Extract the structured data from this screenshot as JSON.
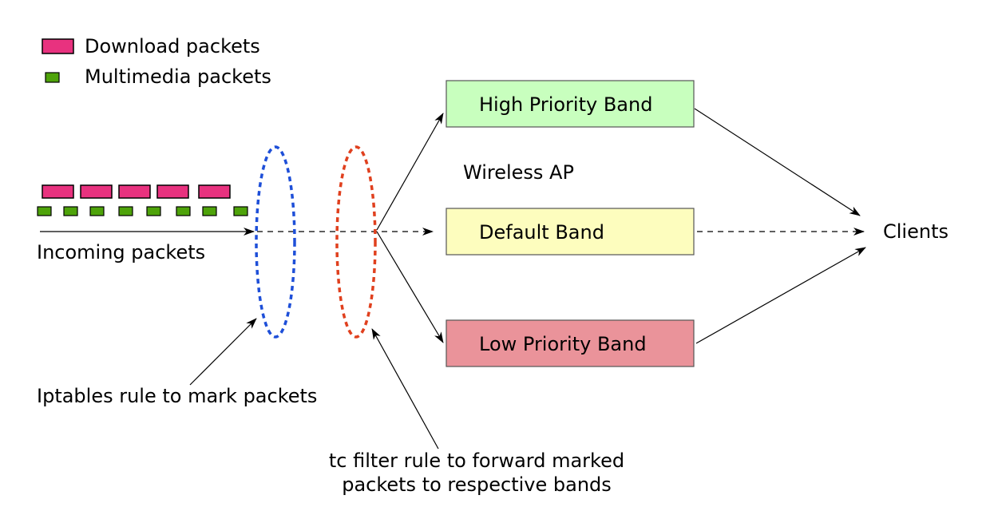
{
  "legend": {
    "download_label": "Download packets",
    "multimedia_label": "Multimedia packets"
  },
  "labels": {
    "incoming": "Incoming packets",
    "wireless_ap": "Wireless AP",
    "clients": "Clients",
    "iptables": "Iptables rule to mark packets",
    "tc_line1": "tc filter rule to forward marked",
    "tc_line2": "packets to respective bands"
  },
  "bands": {
    "high": "High Priority Band",
    "default": "Default Band",
    "low": "Low Priority Band"
  },
  "colors": {
    "download_packet": "#e8327f",
    "multimedia_packet": "#4ea30a",
    "high_band": "#c8ffbe",
    "default_band": "#fdfdbe",
    "low_band": "#ea939a",
    "iptables_ellipse": "#1e4fd8",
    "tc_ellipse": "#e0401e"
  }
}
